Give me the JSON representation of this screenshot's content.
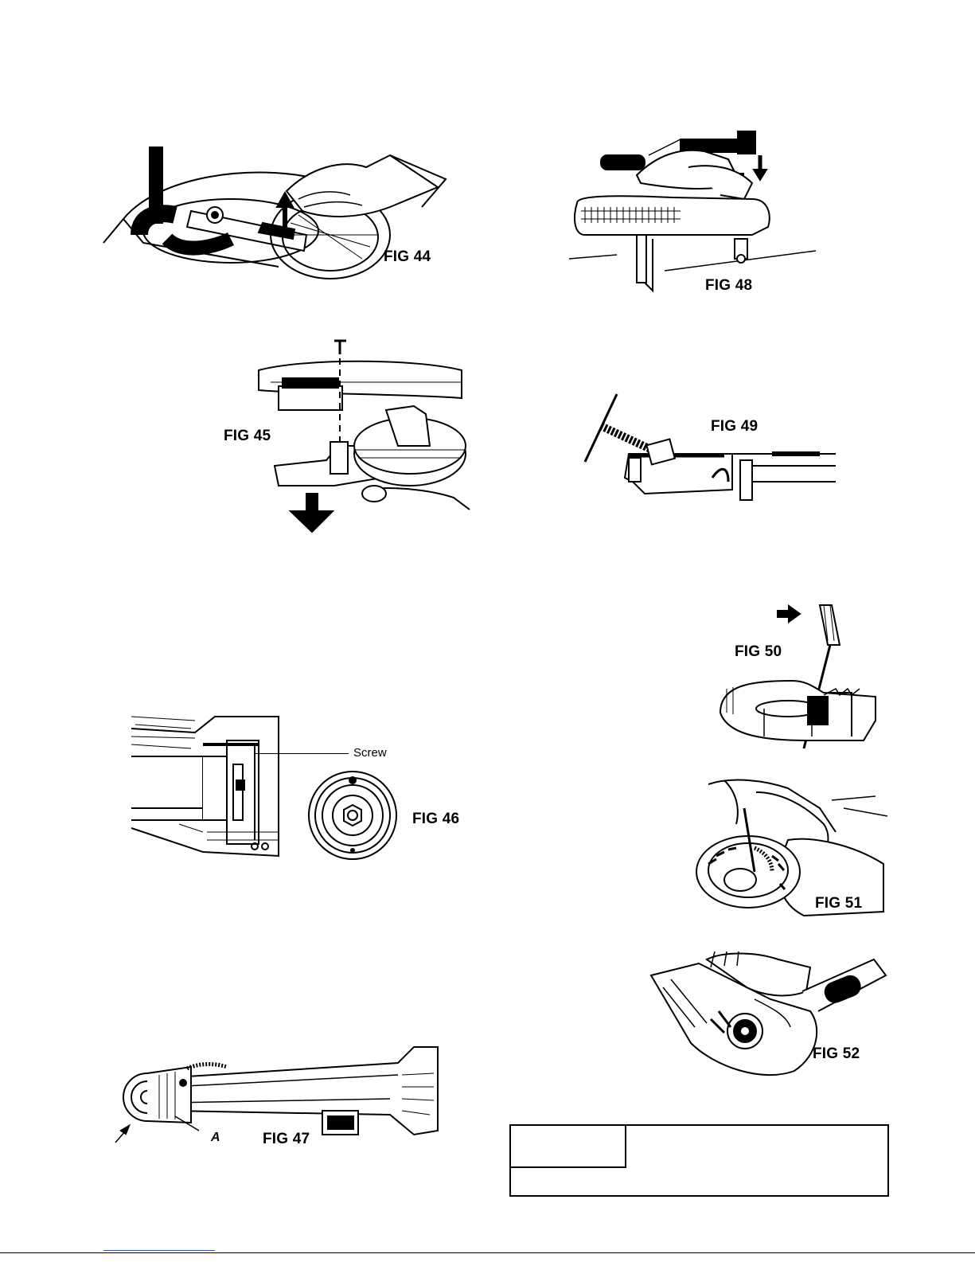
{
  "figures": {
    "fig44": {
      "label": "FIG 44"
    },
    "fig45": {
      "label": "FIG 45"
    },
    "fig46": {
      "label": "FIG 46",
      "callout": "Screw"
    },
    "fig47": {
      "label": "FIG 47",
      "marker": "A"
    },
    "fig48": {
      "label": "FIG 48"
    },
    "fig49": {
      "label": "FIG 49"
    },
    "fig50": {
      "label": "FIG 50"
    },
    "fig51": {
      "label": "FIG 51"
    },
    "fig52": {
      "label": "FIG 52"
    }
  },
  "info_box": {
    "cell_a": "",
    "cell_b": "",
    "cell_c": ""
  },
  "colors": {
    "ink": "#000000",
    "paper": "#ffffff",
    "link": "#3050c8"
  }
}
